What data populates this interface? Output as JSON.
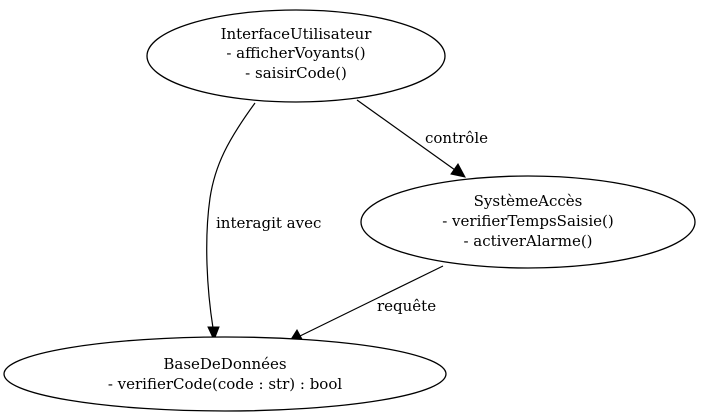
{
  "nodes": {
    "interface": {
      "title": "InterfaceUtilisateur",
      "methods": [
        "- afficherVoyants()",
        "- saisirCode()"
      ]
    },
    "systeme": {
      "title": "SystèmeAccès",
      "methods": [
        "- verifierTempsSaisie()",
        "- activerAlarme()"
      ]
    },
    "base": {
      "title": "BaseDeDonnées",
      "methods": [
        "- verifierCode(code : str) : bool"
      ]
    }
  },
  "edges": {
    "interface_to_systeme": {
      "label": "contrôle"
    },
    "interface_to_base": {
      "label": "interagit avec"
    },
    "systeme_to_base": {
      "label": "requête"
    }
  }
}
